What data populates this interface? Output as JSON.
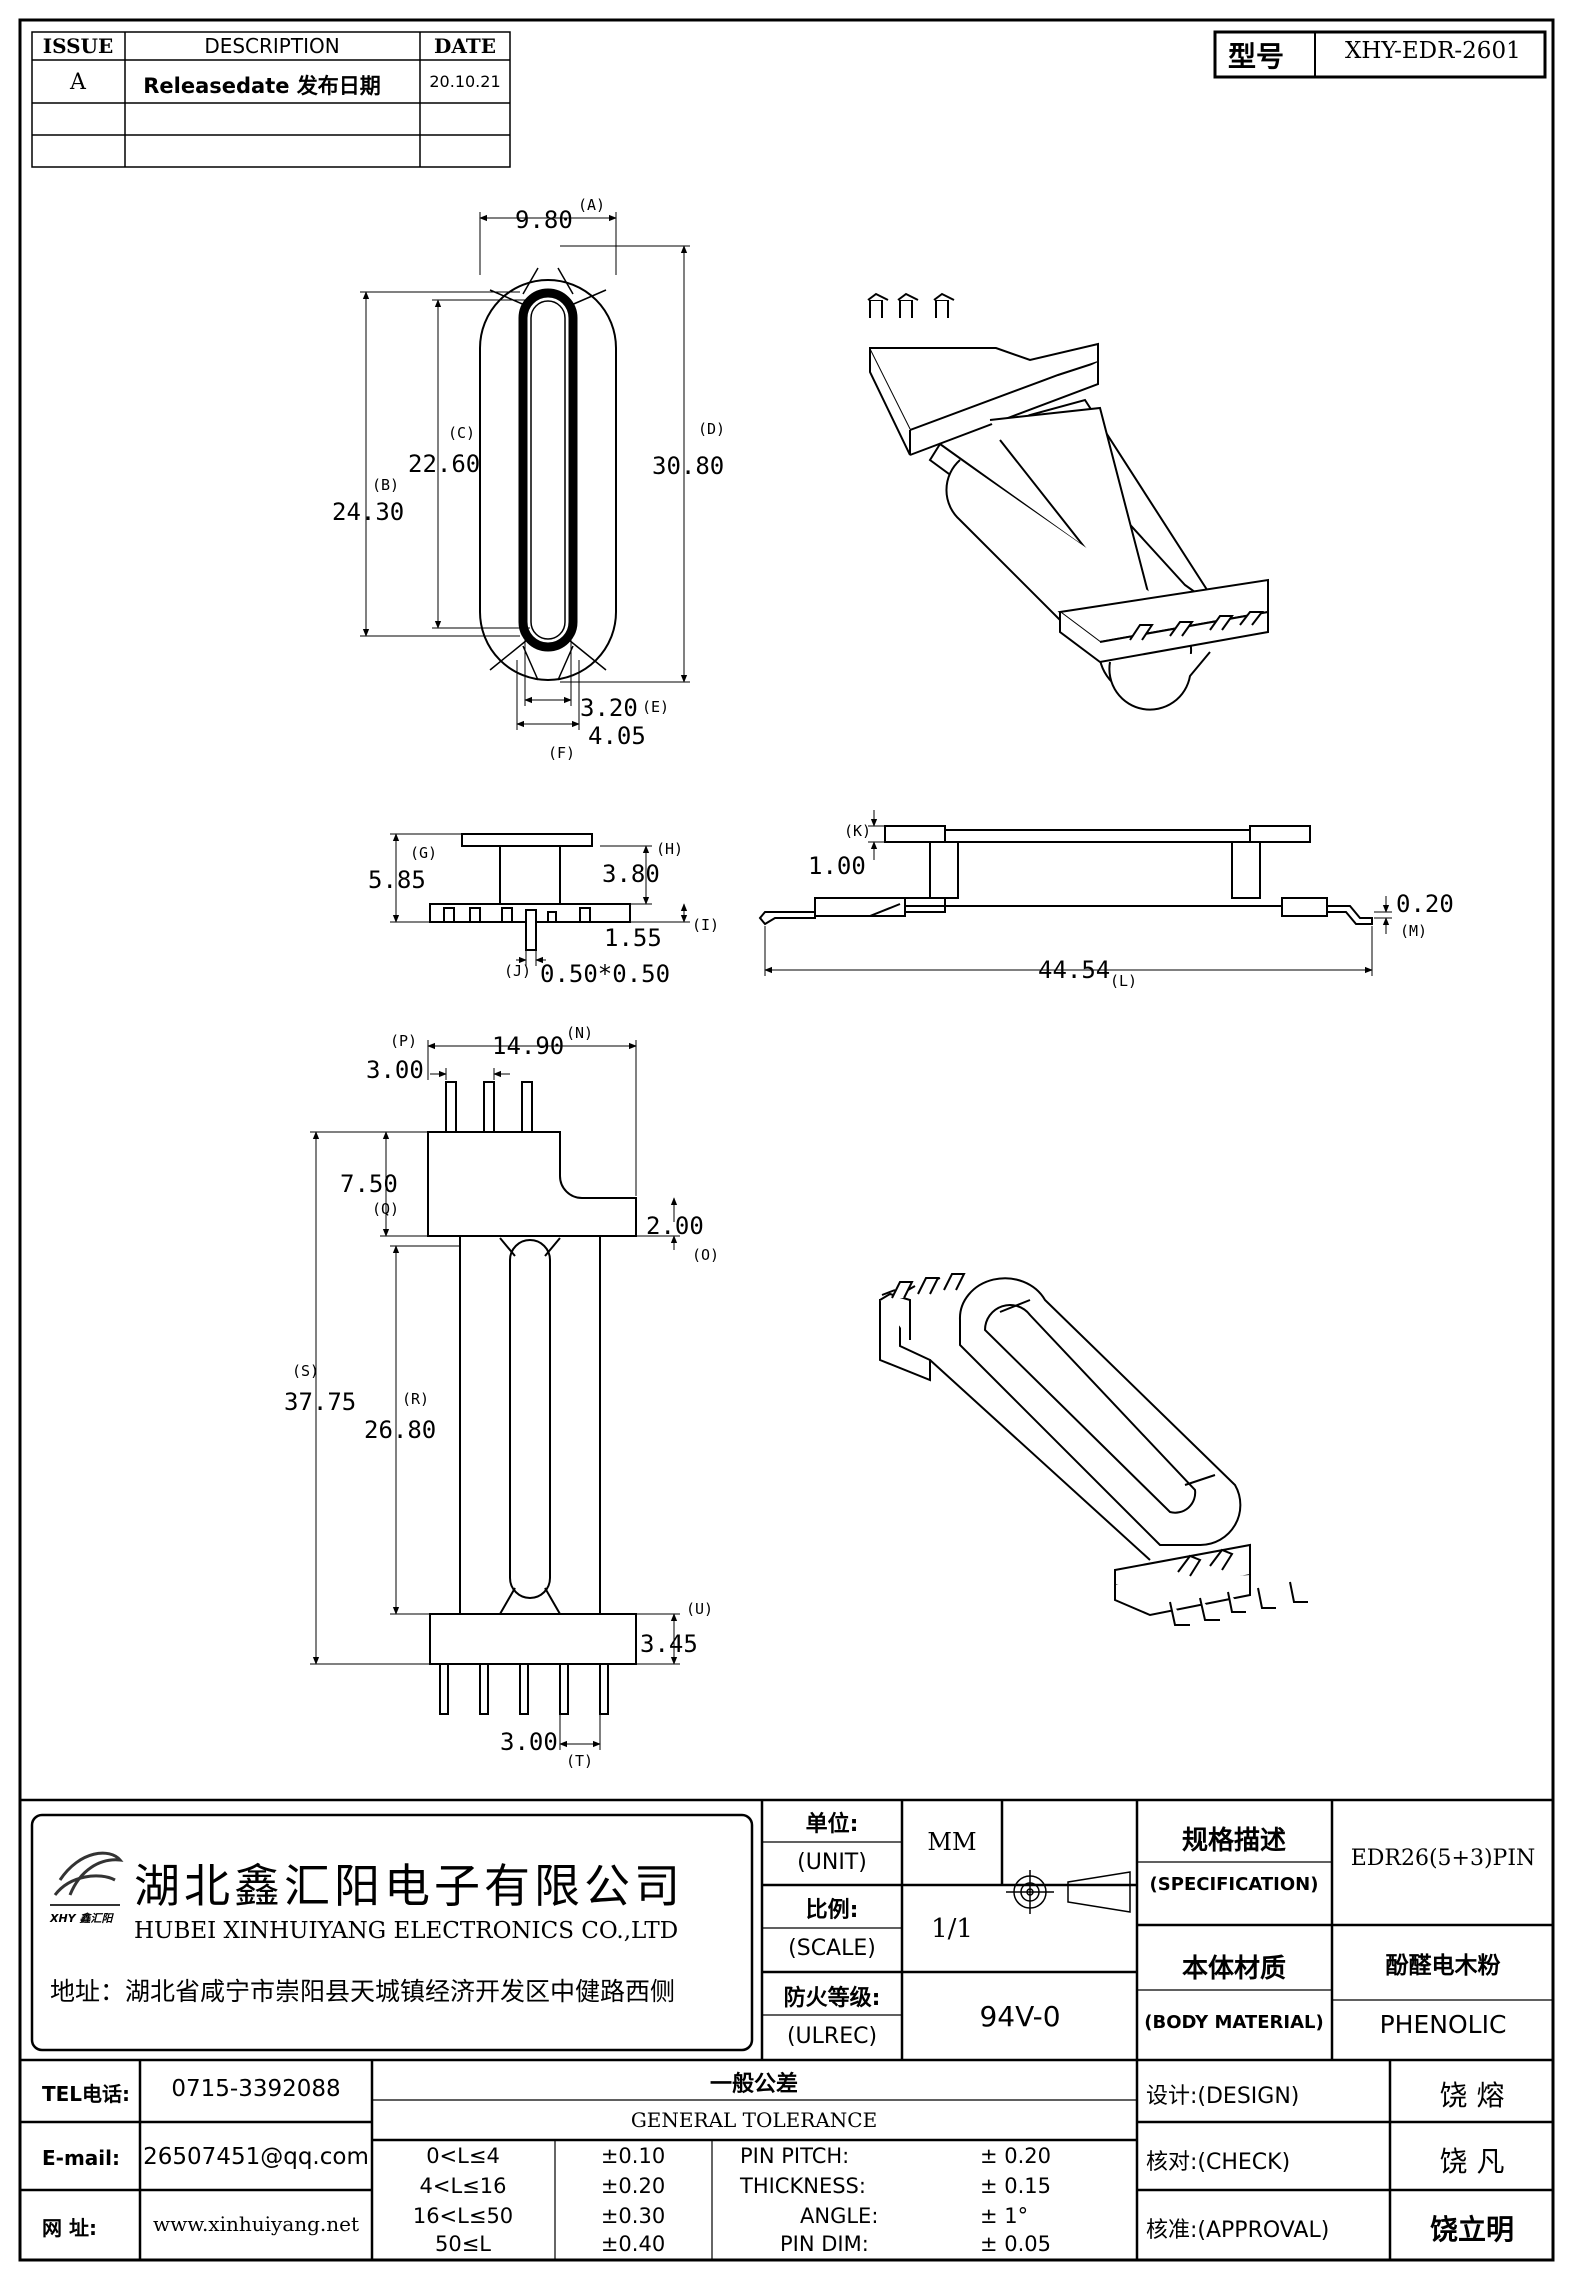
{
  "revision_table": {
    "headers": {
      "issue": "ISSUE",
      "description": "DESCRIPTION",
      "date": "DATE"
    },
    "rows": [
      {
        "issue": "A",
        "description": "Releasedate 发布日期",
        "date": "20.10.21"
      },
      {
        "issue": "",
        "description": "",
        "date": ""
      }
    ]
  },
  "model": {
    "label": "型号",
    "value": "XHY-EDR-2601"
  },
  "dimensions": {
    "A": "9.80",
    "B": "24.30",
    "C": "22.60",
    "D": "30.80",
    "E": "3.20",
    "F": "4.05",
    "G": "5.85",
    "H": "3.80",
    "I": "1.55",
    "J": "0.50*0.50",
    "K": "1.00",
    "L": "44.54",
    "M": "0.20",
    "N": "14.90",
    "P": "3.00",
    "Q": "7.50",
    "O": "2.00",
    "S": "37.75",
    "R": "26.80",
    "U": "3.45",
    "T": "3.00"
  },
  "dim_tags": {
    "A": "(A)",
    "B": "(B)",
    "C": "(C)",
    "D": "(D)",
    "E": "(E)",
    "F": "(F)",
    "G": "(G)",
    "H": "(H)",
    "I": "(I)",
    "J": "(J)",
    "K": "(K)",
    "L": "(L)",
    "M": "(M)",
    "N": "(N)",
    "P": "(P)",
    "Q": "(Q)",
    "O": "(O)",
    "S": "(S)",
    "R": "(R)",
    "U": "(U)",
    "T": "(T)"
  },
  "company": {
    "name_cn": "湖北鑫汇阳电子有限公司",
    "name_en": "HUBEI XINHUIYANG ELECTRONICS CO.,LTD",
    "logo_text": "XHY 鑫汇阳",
    "address": "地址：湖北省咸宁市崇阳县天城镇经济开发区中健路西侧"
  },
  "title_block": {
    "unit_cn": "单位:",
    "unit_en": "(UNIT)",
    "unit_value": "MM",
    "scale_cn": "比例:",
    "scale_en": "(SCALE)",
    "scale_value": "1/1",
    "ulrec_cn": "防火等级:",
    "ulrec_en": "(ULREC)",
    "ulrec_value": "94V-0",
    "spec_cn": "规格描述",
    "spec_en": "(SPECIFICATION)",
    "spec_value": "EDR26(5+3)PIN",
    "material_cn": "本体材质",
    "material_en": "(BODY MATERIAL)",
    "material_value_cn": "酚醛电木粉",
    "material_value_en": "PHENOLIC"
  },
  "contact": {
    "tel_label": "TEL电话:",
    "tel": "0715-3392088",
    "email_label": "E-mail:",
    "email": "26507451@qq.com",
    "web_label": "网  址:",
    "web": "www.xinhuiyang.net"
  },
  "tolerance": {
    "title_cn": "一般公差",
    "title_en": "GENERAL TOLERANCE",
    "rows": [
      {
        "range": "0<L≤4",
        "tol": "±0.10",
        "name": "PIN PITCH:",
        "value": "±  0.20"
      },
      {
        "range": "4<L≤16",
        "tol": "±0.20",
        "name": "THICKNESS:",
        "value": "±  0.15"
      },
      {
        "range": "16<L≤50",
        "tol": "±0.30",
        "name": "ANGLE:",
        "value": "±  1°"
      },
      {
        "range": "50≤L",
        "tol": "±0.40",
        "name": "PIN DIM:",
        "value": "±  0.05"
      }
    ]
  },
  "approvals": {
    "design_label": "设计:(DESIGN)",
    "design_name": "饶  熔",
    "check_label": "核对:(CHECK)",
    "check_name": "饶  凡",
    "approval_label": "核准:(APPROVAL)",
    "approval_name": "饶立明"
  }
}
